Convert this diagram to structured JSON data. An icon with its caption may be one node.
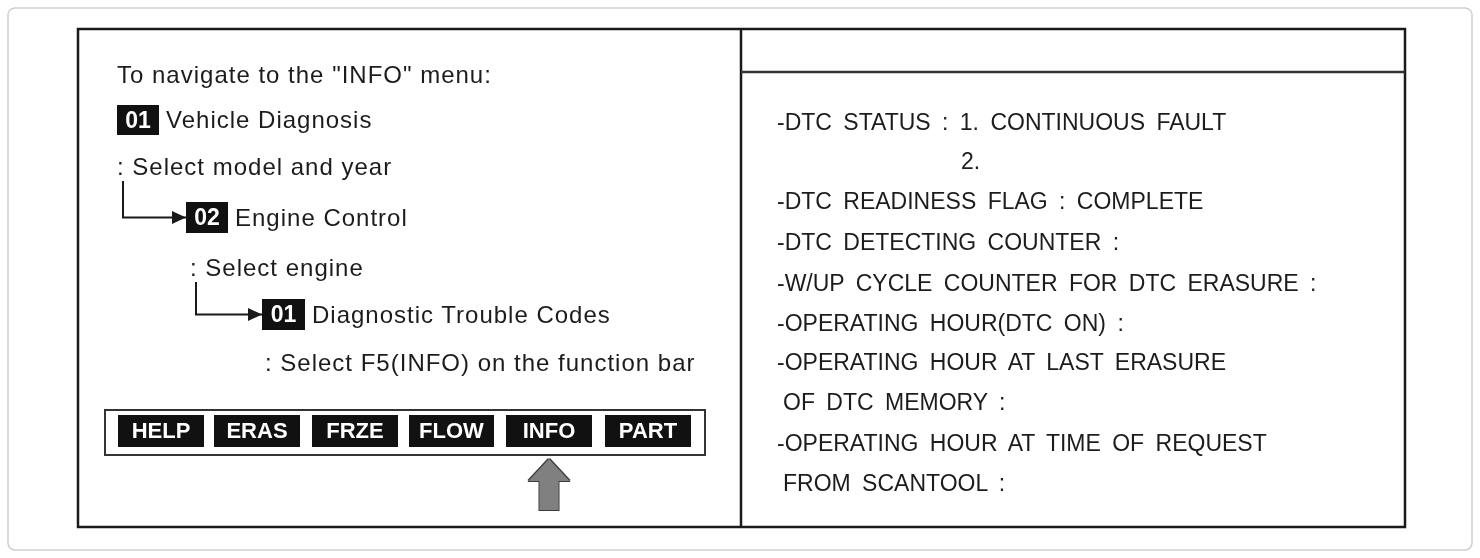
{
  "diagram": {
    "nodes": [
      {
        "text": [
          "01"
        ],
        "beside": [
          "Vehicle Diagnosis"
        ]
      },
      {
        "text": [
          ": Select model and year"
        ]
      },
      {
        "text": [
          "02"
        ],
        "beside": [
          "Engine Control"
        ]
      },
      {
        "text": [
          ": Select engine"
        ]
      },
      {
        "text": [
          "01"
        ],
        "beside": [
          "Diagnostic Trouble Codes"
        ]
      },
      {
        "text": [],
        "shape": "box"
      },
      {
        "text": [
          "HELP"
        ],
        "in": 5
      },
      {
        "text": [
          "ERAS"
        ],
        "in": 5
      },
      {
        "text": [
          "FRZE"
        ],
        "in": 5
      },
      {
        "text": [
          "FLOW"
        ],
        "in": 5
      },
      {
        "text": [
          "INFO"
        ],
        "in": 5
      },
      {
        "text": [
          "PART"
        ],
        "in": 5
      }
    ],
    "edges": [
      {
        "from": 1,
        "to": 2,
        "arrow": "to"
      },
      {
        "from": 3,
        "to": 4,
        "arrow": "to"
      },
      {
        "from": null,
        "to": 10,
        "arrow": "to",
        "style": "thick",
        "color": "#808080"
      }
    ],
    "labels": [
      "To navigate to the \"INFO\" menu:",
      ": Select F5(INFO) on the function bar",
      "-DTC STATUS : 1. CONTINUOUS FAULT",
      "2.",
      "-DTC READINESS FLAG : COMPLETE",
      "-DTC DETECTING COUNTER :",
      "-W/UP CYCLE COUNTER FOR DTC ERASURE :",
      "-OPERATING HOUR(DTC ON) :",
      "-OPERATING HOUR AT LAST ERASURE OF DTC MEMORY :",
      "-OPERATING HOUR AT TIME OF REQUEST FROM SCANTOOL :"
    ]
  }
}
